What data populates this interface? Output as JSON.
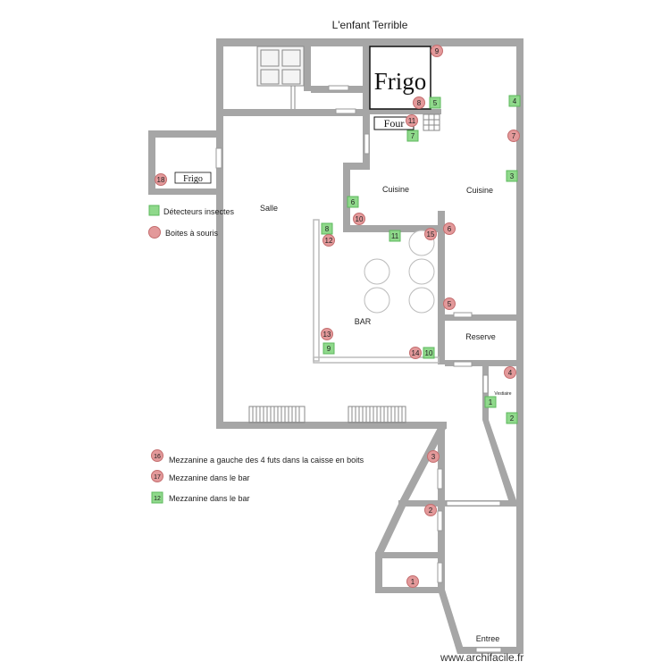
{
  "title": "L'enfant Terrible",
  "rooms": {
    "frigo_big": "Frigo",
    "four": "Four",
    "frigo_small": "Frigo",
    "salle": "Salle",
    "cuisine_left": "Cuisine",
    "cuisine_right": "Cuisine",
    "bar": "BAR",
    "reserve": "Reserve",
    "vestiaire": "Vestiaire",
    "entree": "Entree"
  },
  "legend": {
    "detecteurs": "Détecteurs insectes",
    "boites": "Boites à souris"
  },
  "notes": [
    {
      "id": "16",
      "kind": "boite",
      "text": "Mezzanine a gauche des 4 futs dans la caisse en boits"
    },
    {
      "id": "17",
      "kind": "boite",
      "text": "Mezzanine dans le bar"
    },
    {
      "id": "12",
      "kind": "detecteur",
      "text": "Mezzanine dans le bar"
    }
  ],
  "detectors": [
    "1",
    "2",
    "3",
    "4",
    "5",
    "6",
    "7",
    "8",
    "9",
    "10",
    "11"
  ],
  "mouse_boxes": [
    "1",
    "2",
    "3",
    "4",
    "5",
    "6",
    "7",
    "8",
    "9",
    "10",
    "11",
    "12",
    "13",
    "14",
    "15",
    "18"
  ],
  "watermark": "www.archifacile.fr",
  "colors": {
    "wall": "#a6a6a6",
    "detector_fill": "#8fd98b",
    "detector_stroke": "#5cb85c",
    "box_fill": "#e3999a",
    "box_stroke": "#c46e6f"
  }
}
